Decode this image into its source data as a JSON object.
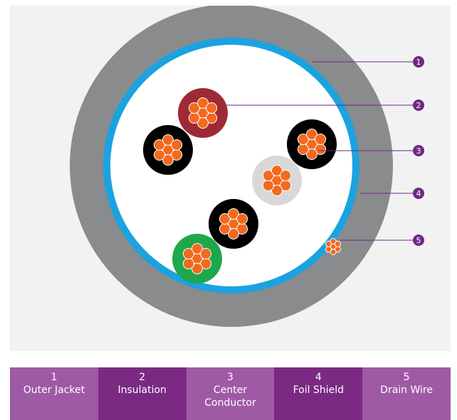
{
  "colors": {
    "outer_jacket": "#8a8b8d",
    "foil_shield": "#1aa3e0",
    "interior": "#ffffff",
    "copper": "#f26a1f",
    "insulation_red": "#9e2a36",
    "insulation_black": "#000000",
    "insulation_gray": "#d8d8d8",
    "insulation_green": "#1ea84b",
    "callout": "#6e2a82",
    "legend_light": "#9f5aa6",
    "legend_dark": "#7a2a82"
  },
  "callouts": [
    {
      "number": "1",
      "target": "outer-jacket"
    },
    {
      "number": "2",
      "target": "insulation"
    },
    {
      "number": "3",
      "target": "center-conductor"
    },
    {
      "number": "4",
      "target": "foil-shield"
    },
    {
      "number": "5",
      "target": "drain-wire"
    }
  ],
  "legend": [
    {
      "number": "1",
      "label": "Outer Jacket"
    },
    {
      "number": "2",
      "label": "Insulation"
    },
    {
      "number": "3",
      "label": "Center Conductor"
    },
    {
      "number": "4",
      "label": "Foil Shield"
    },
    {
      "number": "5",
      "label": "Drain Wire"
    }
  ]
}
